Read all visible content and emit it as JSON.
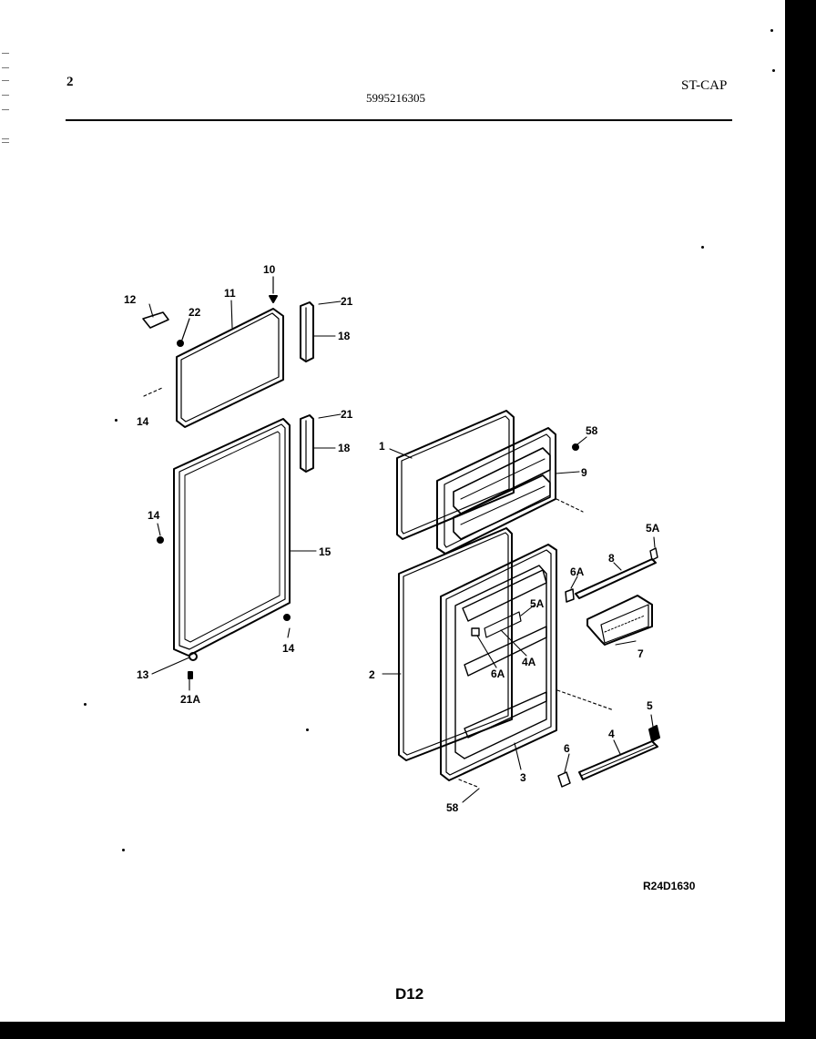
{
  "header": {
    "page_number": "2",
    "model_number": "5995216305",
    "category": "ST-CAP"
  },
  "diagram": {
    "callouts": [
      {
        "id": "c12",
        "text": "12"
      },
      {
        "id": "c11",
        "text": "11"
      },
      {
        "id": "c10",
        "text": "10"
      },
      {
        "id": "c22",
        "text": "22"
      },
      {
        "id": "c21a",
        "text": "21"
      },
      {
        "id": "c18a",
        "text": "18"
      },
      {
        "id": "c14a",
        "text": "14"
      },
      {
        "id": "c21b",
        "text": "21"
      },
      {
        "id": "c18b",
        "text": "18"
      },
      {
        "id": "c14b",
        "text": "14"
      },
      {
        "id": "c15",
        "text": "15"
      },
      {
        "id": "c14c",
        "text": "14"
      },
      {
        "id": "c13",
        "text": "13"
      },
      {
        "id": "c21A",
        "text": "21A"
      },
      {
        "id": "c1",
        "text": "1"
      },
      {
        "id": "c58a",
        "text": "58"
      },
      {
        "id": "c9",
        "text": "9"
      },
      {
        "id": "c5Aa",
        "text": "5A"
      },
      {
        "id": "c8",
        "text": "8"
      },
      {
        "id": "c6A",
        "text": "6A"
      },
      {
        "id": "c5Ab",
        "text": "5A"
      },
      {
        "id": "c7",
        "text": "7"
      },
      {
        "id": "c4A",
        "text": "4A"
      },
      {
        "id": "c6A2",
        "text": "6A"
      },
      {
        "id": "c2",
        "text": "2"
      },
      {
        "id": "c5",
        "text": "5"
      },
      {
        "id": "c6",
        "text": "6"
      },
      {
        "id": "c4",
        "text": "4"
      },
      {
        "id": "c3",
        "text": "3"
      },
      {
        "id": "c58b",
        "text": "58"
      }
    ]
  },
  "footer": {
    "drawing_code": "R24D1630",
    "page_code": "D12"
  }
}
